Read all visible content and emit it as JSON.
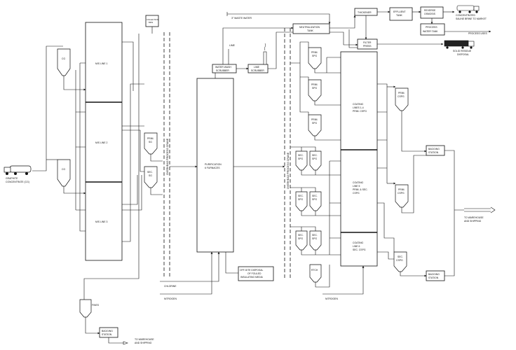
{
  "labels": {
    "graphite_concentrate": [
      "GRAPHITE",
      "CONCENTRATE (CG)"
    ],
    "cg_hopper_top": "CG",
    "cg_hopper_bottom": "CG",
    "ms_line_1": "M/S LINE 1",
    "ms_line_2": "M/S LINE 2",
    "ms_line_3": "M/S LINE 3",
    "prim_sg": [
      "PRIM.",
      "SG"
    ],
    "sec_sg": [
      "SEC.",
      "SG"
    ],
    "small_tank": [
      "COLLECTION",
      "BINS"
    ],
    "overhead_crane_left": "OVERHEAD PROCESS CRANE",
    "overhead_crane_right": "OVERHEAD PROCESS CRANE",
    "purification": [
      "PURIFICATION",
      "6 FURNACES"
    ],
    "water_wash_scrubber": [
      "WATER WASH",
      "SCRUBBER"
    ],
    "lime_scrubber": [
      "LIME",
      "SCRUBBER"
    ],
    "lime": "LIME",
    "waste_water": "3° WASTE WATER",
    "neutralization_tank": [
      "NEUTRALIZATION",
      "TANK"
    ],
    "thickener": "THICKENER",
    "effluent_tank": [
      "EFFLUENT",
      "TANK"
    ],
    "reverse_osmosis": [
      "REVERSE",
      "OSMOSIS"
    ],
    "concentrated_brine": [
      "CONCENTRATED",
      "SALINE BRINE TO MARKET"
    ],
    "process_water_tank": [
      "PROCESS",
      "WATER TANK"
    ],
    "process_uses": "PROCESS USES",
    "filter_press": [
      "FILTER",
      "PRESS"
    ],
    "solid_residue": [
      "SOLID RESIDUE",
      "DISPOSAL"
    ],
    "prim_spg_1": [
      "PRIM.",
      "SPG"
    ],
    "prim_spg_2": [
      "PRIM.",
      "SPG"
    ],
    "prim_spg_3": [
      "PRIM.",
      "SPG"
    ],
    "sec_spg_a": [
      "SEC.",
      "SPG"
    ],
    "sec_spg_b": [
      "SEC.",
      "SPG"
    ],
    "sec_spg_c": [
      "SEC.",
      "SPG"
    ],
    "sec_spg_d": [
      "SEC.",
      "SPG"
    ],
    "sec_spg_e": [
      "SEC.",
      "SPG"
    ],
    "sec_spg_f": [
      "SEC.",
      "SPG"
    ],
    "rtc_h": "RTCH",
    "coating_lines_1_4": [
      "COATING",
      "LINES 1-4",
      "PRIM. CSPG"
    ],
    "coating_line_5": [
      "COATING",
      "LINE 5",
      "PRIM. & SEC.",
      "CSPG"
    ],
    "coating_line_6": [
      "COATING",
      "LINE 6",
      "SEC. CSPG"
    ],
    "prim_cspg_1": [
      "PRIM.",
      "CSPG"
    ],
    "prim_cspg_2": [
      "PRIM.",
      "CSPG"
    ],
    "sec_cspg": [
      "SEC.",
      "CSPG"
    ],
    "bagging_station_upper": [
      "BAGGING",
      "STATION"
    ],
    "bagging_station_lower": [
      "BAGGING",
      "STATION"
    ],
    "warehouse_right": [
      "TO WAREHOUSE",
      "AND SHIPPING"
    ],
    "chlorine": "CHLORINE",
    "nitrogen_left": "NITROGEN",
    "nitrogen_right": "NITROGEN",
    "offsite_disposal": [
      "OFF-SITE DISPOSAL",
      "OF FOULED",
      "INSULATING MEDIA"
    ],
    "fines": "FINES",
    "bagging_station_bottom": [
      "BAGGING",
      "STATION"
    ],
    "warehouse_bottom": [
      "TO WAREHOUSE",
      "AND SHIPPING"
    ]
  }
}
